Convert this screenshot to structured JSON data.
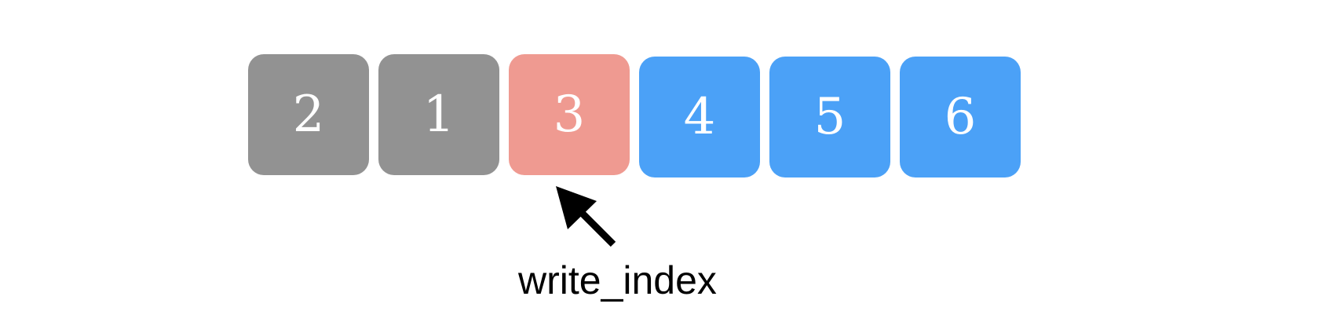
{
  "cells": [
    {
      "value": "2",
      "state": "processed",
      "color": "#929292"
    },
    {
      "value": "1",
      "state": "processed",
      "color": "#929292"
    },
    {
      "value": "3",
      "state": "current",
      "color": "#EF9A91"
    },
    {
      "value": "4",
      "state": "pending",
      "color": "#4BA1F7"
    },
    {
      "value": "5",
      "state": "pending",
      "color": "#4BA1F7"
    },
    {
      "value": "6",
      "state": "pending",
      "color": "#4BA1F7"
    }
  ],
  "pointer": {
    "label": "write_index",
    "target_cell": 2,
    "arrow_color": "#000000"
  }
}
